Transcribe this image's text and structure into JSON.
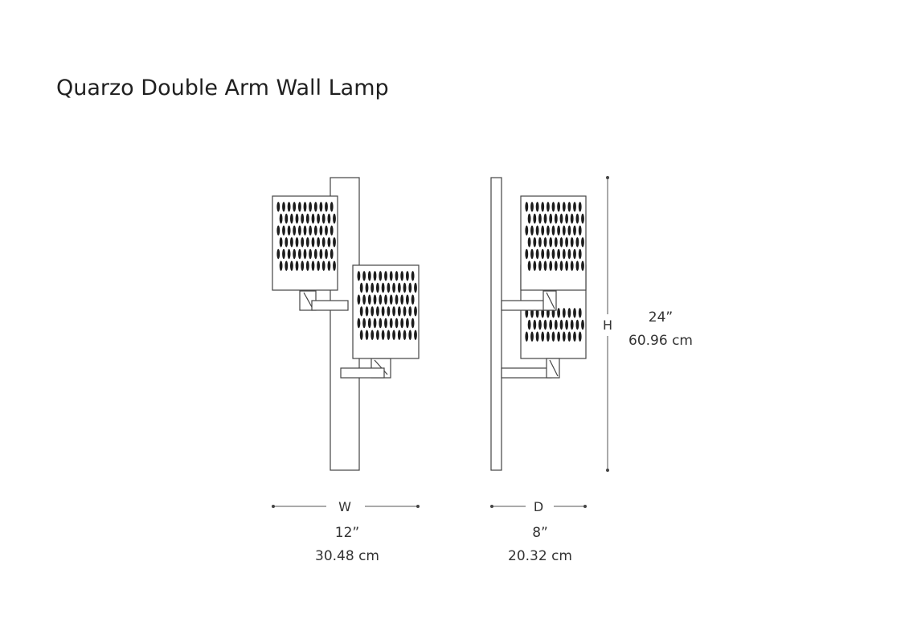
{
  "title": "Quarzo Double Arm Wall Lamp",
  "dimensions": {
    "width": {
      "letter": "W",
      "imperial": "12”",
      "metric": "30.48 cm"
    },
    "depth": {
      "letter": "D",
      "imperial": "8”",
      "metric": "20.32 cm"
    },
    "height": {
      "letter": "H",
      "imperial": "24”",
      "metric": "60.96 cm"
    }
  },
  "colors": {
    "line": "#444444",
    "perforation": "#1c1c1c",
    "text": "#333333"
  }
}
